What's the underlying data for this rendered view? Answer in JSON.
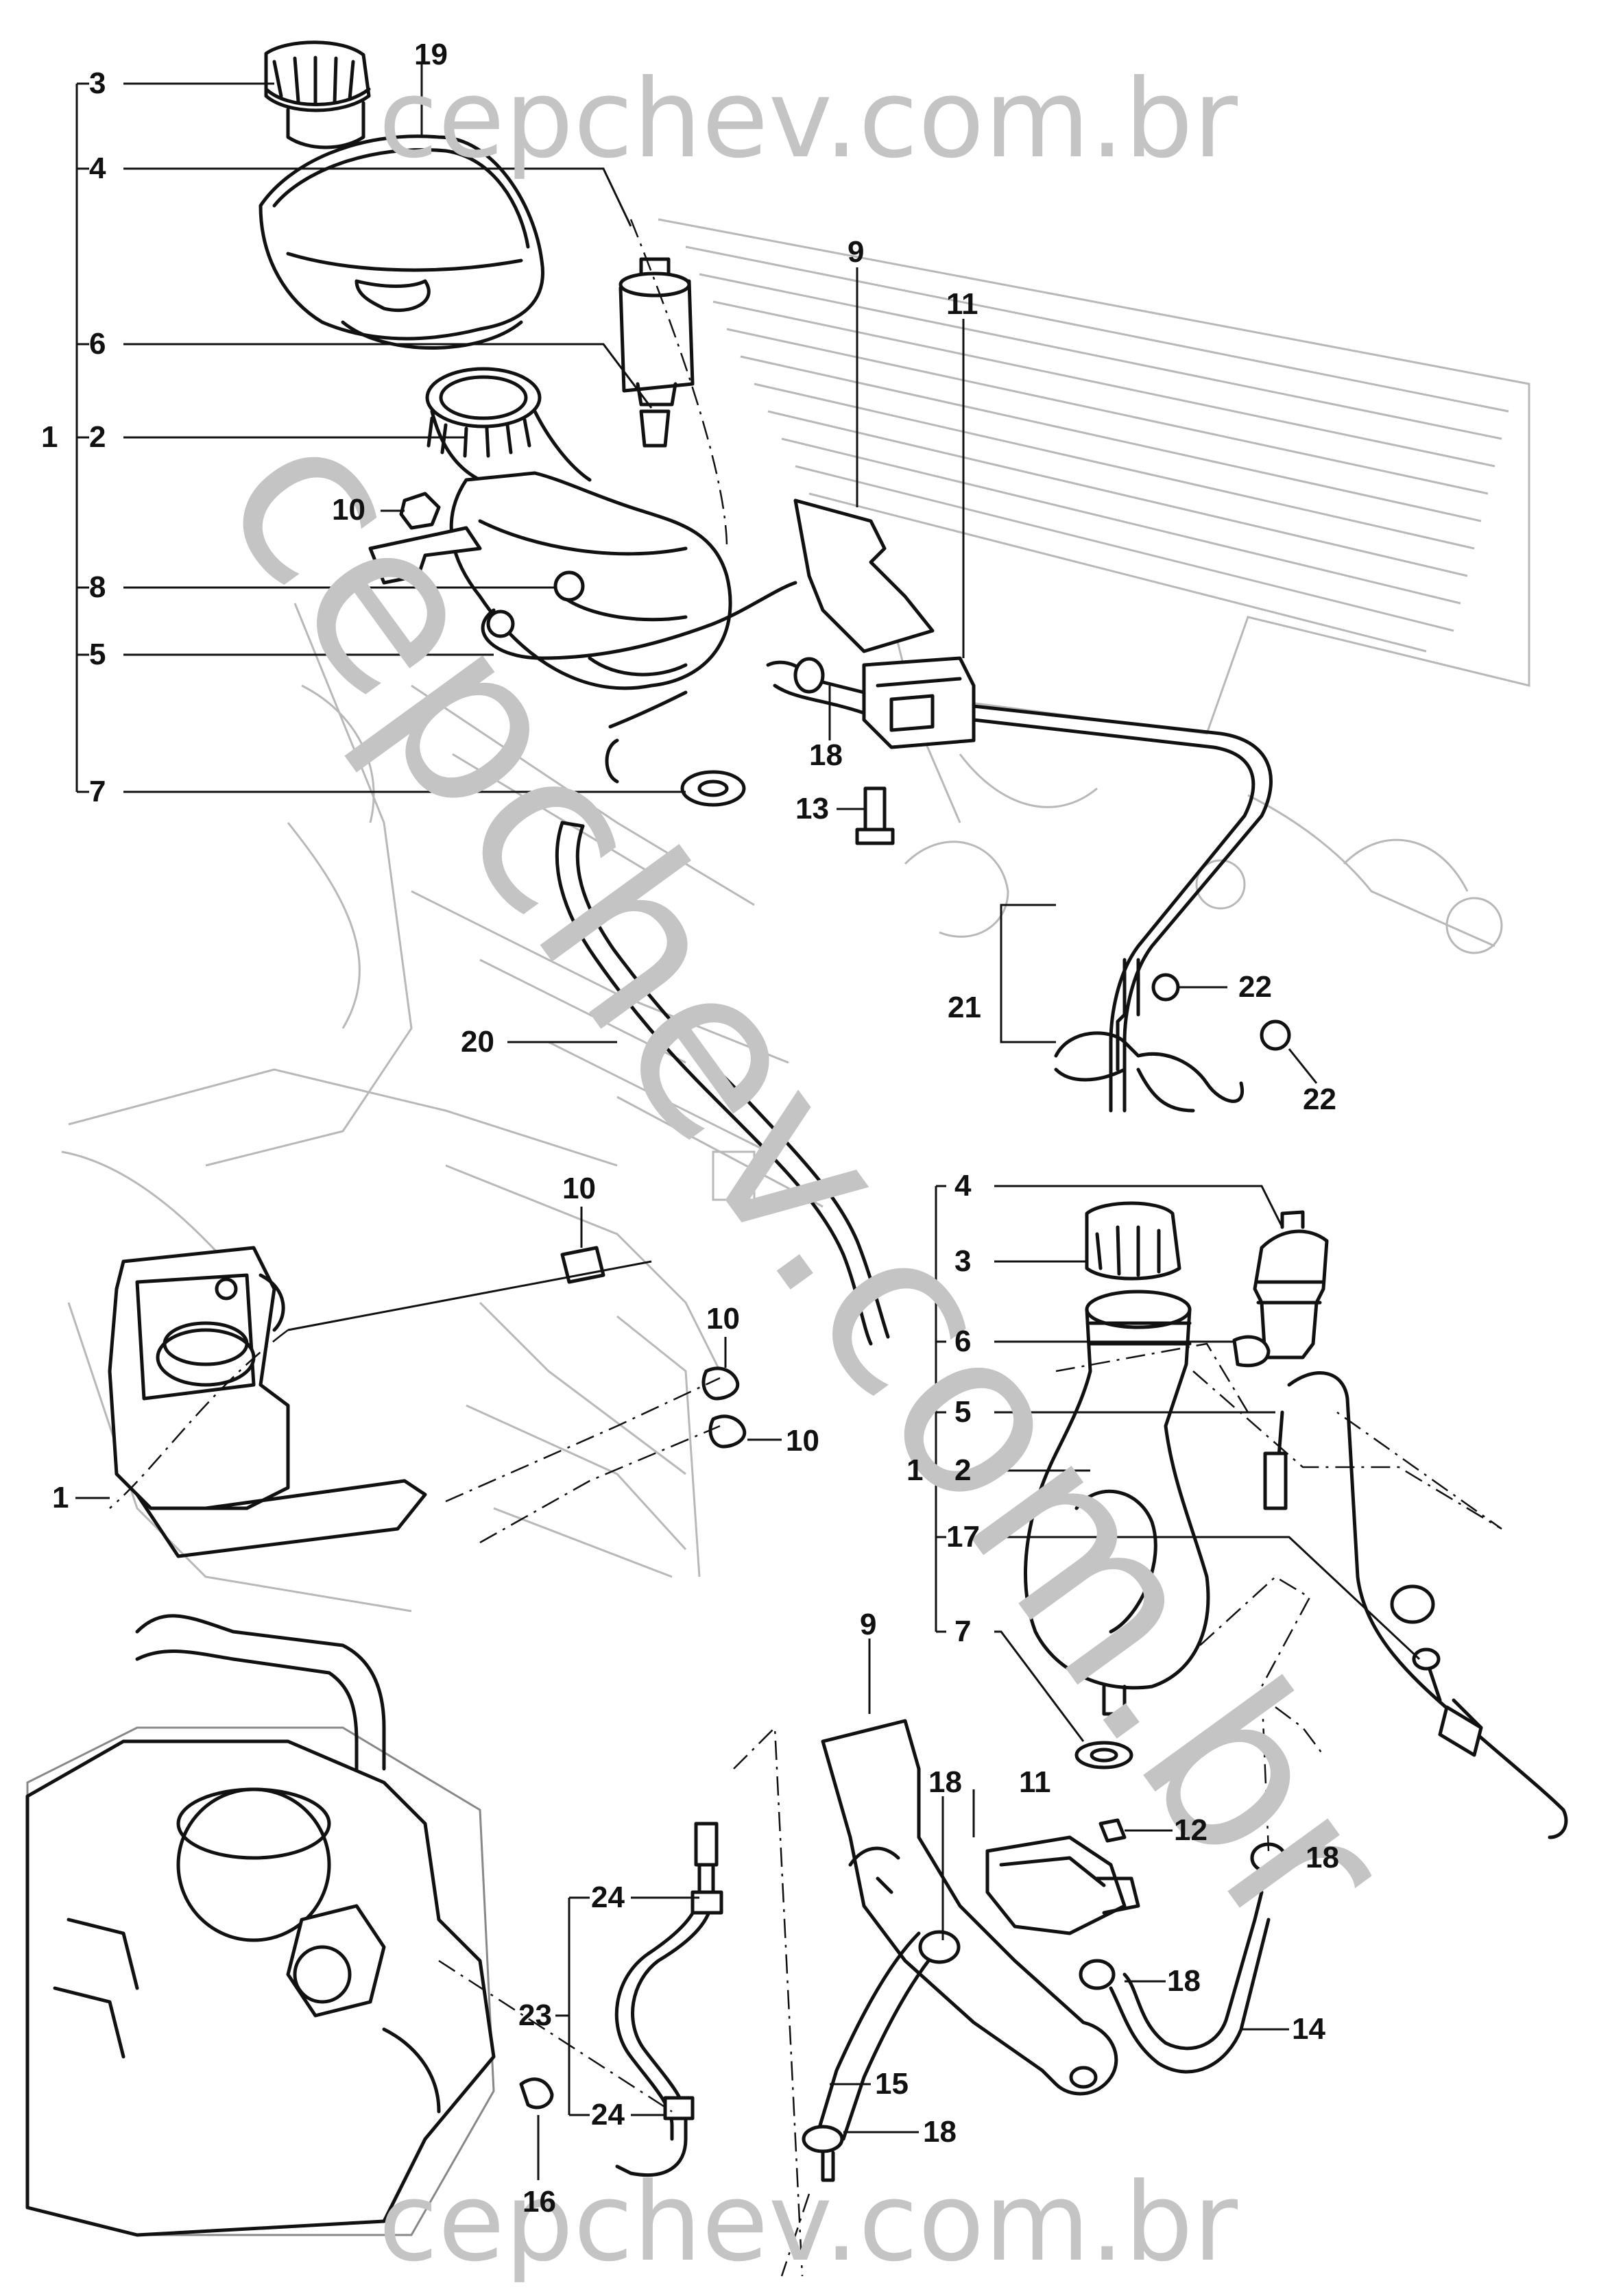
{
  "watermark": {
    "top": "cepchev.com.br",
    "bottom": "cepchev.com.br",
    "diagonal": "cepchev.com.br"
  },
  "callouts": {
    "top_view": {
      "n1": "1",
      "n2": "2",
      "n3": "3",
      "n4": "4",
      "n5": "5",
      "n6": "6",
      "n7": "7",
      "n8": "8",
      "n9": "9",
      "n10": "10",
      "n11": "11",
      "n13": "13",
      "n18": "18",
      "n19": "19",
      "n20": "20",
      "n21": "21",
      "n22a": "22",
      "n22b": "22"
    },
    "left_view": {
      "n1": "1",
      "n10a": "10",
      "n10b": "10",
      "n10c": "10"
    },
    "right_view": {
      "n1": "1",
      "n2": "2",
      "n3": "3",
      "n4": "4",
      "n5": "5",
      "n6": "6",
      "n7": "7",
      "n9": "9",
      "n11": "11",
      "n12": "12",
      "n14": "14",
      "n15": "15",
      "n17": "17",
      "n18a": "18",
      "n18b": "18",
      "n18c": "18",
      "n18d": "18"
    },
    "engine_view": {
      "n16": "16",
      "n23": "23",
      "n24a": "24",
      "n24b": "24"
    }
  },
  "colors": {
    "line": "#111111",
    "background_line": "#b8b8b8",
    "watermark": "#c4c4c4"
  }
}
